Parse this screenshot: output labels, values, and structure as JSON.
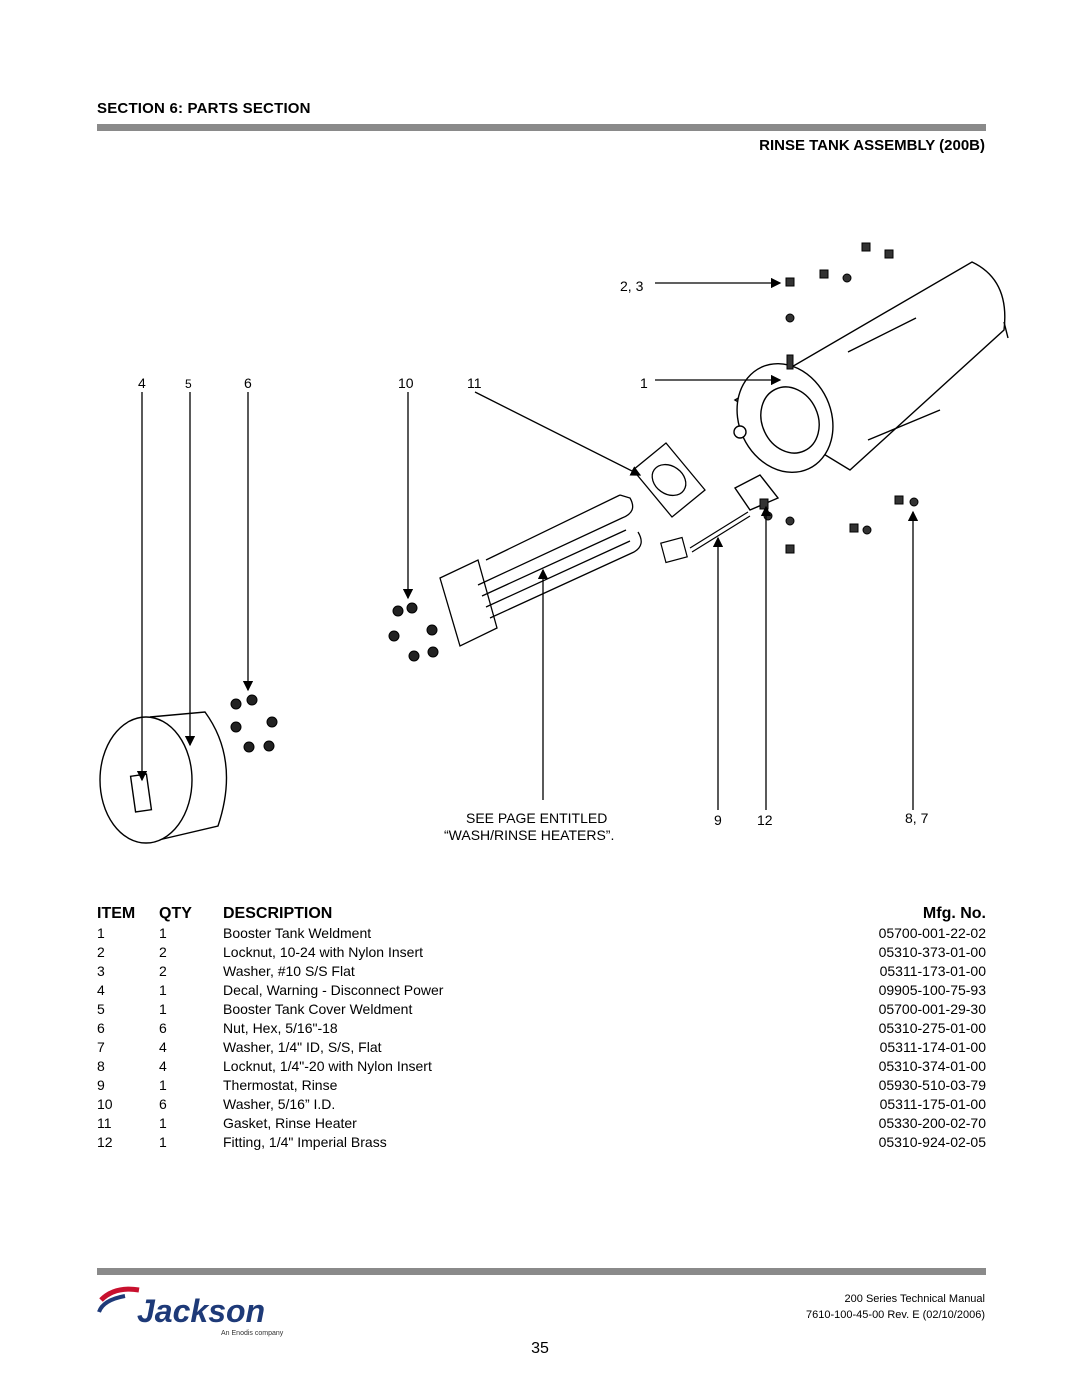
{
  "header": {
    "section_title": "SECTION 6: PARTS SECTION",
    "assembly_title": "RINSE TANK ASSEMBLY (200B)"
  },
  "diagram": {
    "callouts": {
      "c23": "2, 3",
      "c1": "1",
      "c4": "4",
      "c5": "5",
      "c6": "6",
      "c10": "10",
      "c11": "11",
      "c9": "9",
      "c12": "12",
      "c87": "8, 7"
    },
    "note_line1": "SEE PAGE ENTITLED",
    "note_line2": "“WASH/RINSE HEATERS”."
  },
  "parts_table": {
    "headers": {
      "item": "ITEM",
      "qty": "QTY",
      "description": "DESCRIPTION",
      "mfg": "Mfg. No."
    },
    "rows": [
      {
        "item": "1",
        "qty": "1",
        "description": "Booster Tank Weldment",
        "mfg": "05700-001-22-02"
      },
      {
        "item": "2",
        "qty": "2",
        "description": "Locknut, 10-24 with Nylon Insert",
        "mfg": "05310-373-01-00"
      },
      {
        "item": "3",
        "qty": "2",
        "description": "Washer, #10 S/S Flat",
        "mfg": "05311-173-01-00"
      },
      {
        "item": "4",
        "qty": "1",
        "description": "Decal, Warning - Disconnect Power",
        "mfg": "09905-100-75-93"
      },
      {
        "item": "5",
        "qty": "1",
        "description": "Booster Tank Cover Weldment",
        "mfg": "05700-001-29-30"
      },
      {
        "item": "6",
        "qty": "6",
        "description": "Nut, Hex, 5/16\"-18",
        "mfg": "05310-275-01-00"
      },
      {
        "item": "7",
        "qty": "4",
        "description": "Washer, 1/4\" ID, S/S, Flat",
        "mfg": "05311-174-01-00"
      },
      {
        "item": "8",
        "qty": "4",
        "description": "Locknut, 1/4\"-20 with Nylon Insert",
        "mfg": "05310-374-01-00"
      },
      {
        "item": "9",
        "qty": "1",
        "description": "Thermostat, Rinse",
        "mfg": "05930-510-03-79"
      },
      {
        "item": "10",
        "qty": "6",
        "description": "Washer, 5/16” I.D.",
        "mfg": "05311-175-01-00"
      },
      {
        "item": "11",
        "qty": "1",
        "description": "Gasket, Rinse Heater",
        "mfg": "05330-200-02-70"
      },
      {
        "item": "12",
        "qty": "1",
        "description": "Fitting, 1/4\" Imperial Brass",
        "mfg": "05310-924-02-05"
      }
    ]
  },
  "footer": {
    "manual_title": "200 Series Technical Manual",
    "manual_rev": "7610-100-45-00 Rev. E (02/10/2006)",
    "page_number": "35",
    "logo_name": "Jackson",
    "logo_tagline": "An Enodis company"
  }
}
